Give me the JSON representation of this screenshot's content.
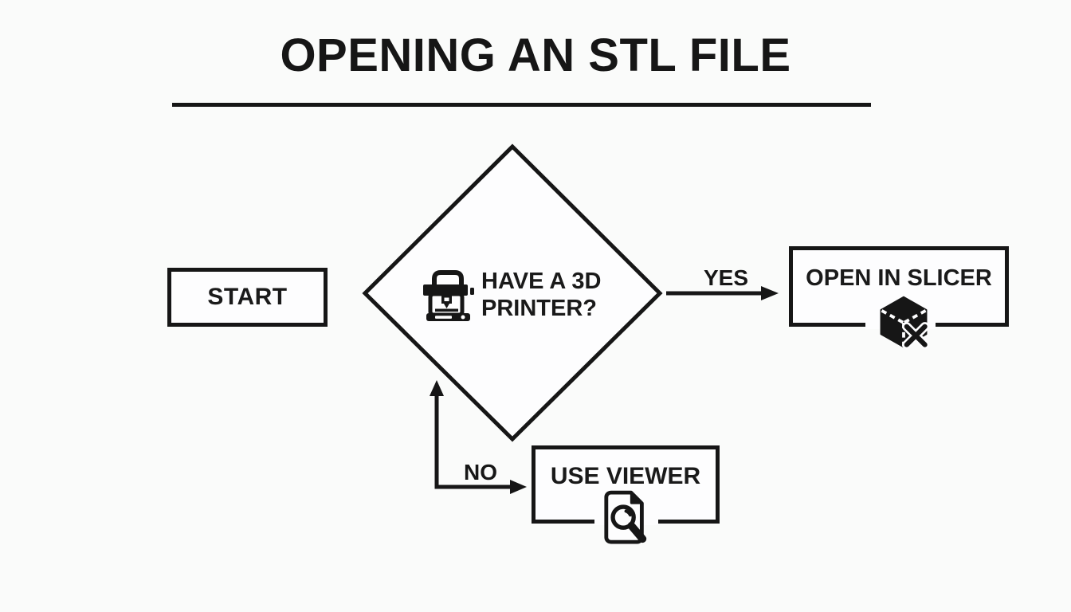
{
  "colors": {
    "background": "#fafbfa",
    "ink": "#161616",
    "shape_fill": "#fdfdfe"
  },
  "title": "OPENING AN STL FILE",
  "flowchart": {
    "start": {
      "label": "START"
    },
    "decision": {
      "question": "HAVE A 3D\nPRINTER?",
      "icon": "3d-printer-icon"
    },
    "yes_branch": {
      "label": "YES",
      "result": {
        "label": "OPEN IN SLICER",
        "icon": "slicer-cube-icon"
      }
    },
    "no_branch": {
      "label": "NO",
      "result": {
        "label": "USE VIEWER",
        "icon": "document-magnifier-icon"
      }
    }
  }
}
